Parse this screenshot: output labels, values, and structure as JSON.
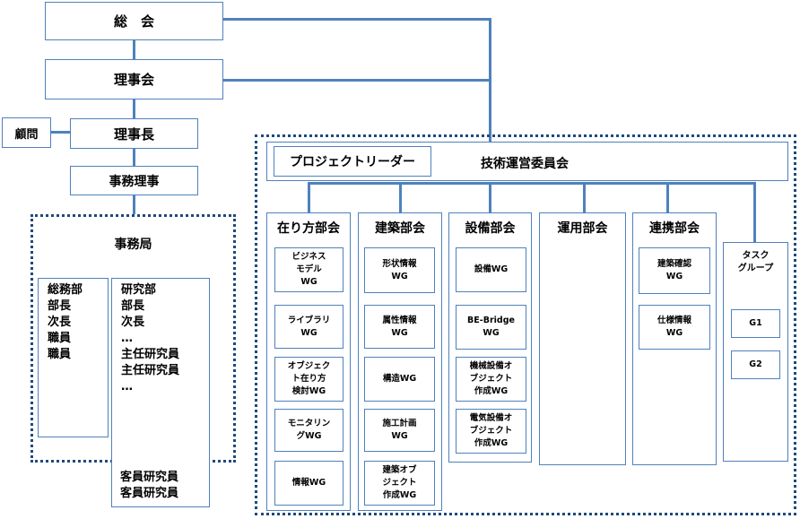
{
  "governance": {
    "general_meeting": "総　会",
    "board": "理事会",
    "chair": "理事長",
    "advisor": "顧問",
    "secretary_general": "事務理事"
  },
  "secretariat": {
    "title": "事務局",
    "general_affairs": [
      "総務部",
      "部長",
      "次長",
      "職員",
      "職員"
    ],
    "research": [
      "研究部",
      "部長",
      "次長",
      "…",
      "主任研究員",
      "主任研究員",
      "…"
    ],
    "guest_researchers": [
      "客員研究員",
      "客員研究員"
    ]
  },
  "technical": {
    "committee": "技術運営委員会",
    "project_leader": "プロジェクトリーダー"
  },
  "departments": [
    {
      "name": "在り方部会",
      "wgs": [
        "ビジネス\nモデル\nWG",
        "ライブラリ\nWG",
        "オブジェク\nト在り方\n検討WG",
        "モニタリン\nグWG",
        "情報WG"
      ]
    },
    {
      "name": "建築部会",
      "wgs": [
        "形状情報\nWG",
        "属性情報\nWG",
        "構造WG",
        "施工計画\nWG",
        "建築オブ\nジェクト\n作成WG"
      ]
    },
    {
      "name": "設備部会",
      "wgs": [
        "設備WG",
        "BE-Bridge\nWG",
        "機械設備オ\nブジェクト\n作成WG",
        "電気設備オ\nブジェクト\n作成WG"
      ]
    },
    {
      "name": "運用部会",
      "wgs": []
    },
    {
      "name": "連携部会",
      "wgs": [
        "建築確認\nWG",
        "仕様情報\nWG"
      ]
    },
    {
      "name": "タスク\nグループ",
      "wgs": [
        "G1",
        "G2"
      ]
    }
  ]
}
